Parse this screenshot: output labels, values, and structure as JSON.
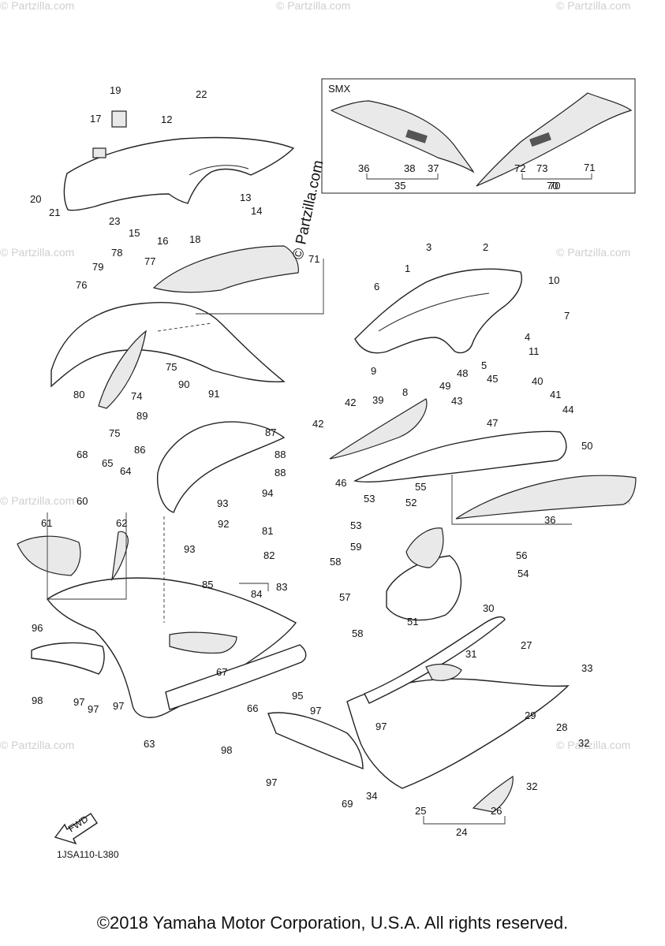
{
  "diagram": {
    "inset_label": "SMX",
    "drawing_code": "1JSA110-L380",
    "fwd_label": "FWD",
    "copyright": "©2018 Yamaha Motor Corporation, U.S.A. All rights reserved.",
    "watermark_main": "© Partzilla.com",
    "watermark_repeat": "© Partzilla.com",
    "callouts": [
      "1",
      "2",
      "3",
      "4",
      "5",
      "6",
      "7",
      "8",
      "9",
      "10",
      "11",
      "12",
      "13",
      "14",
      "15",
      "16",
      "17",
      "18",
      "19",
      "20",
      "21",
      "22",
      "23",
      "24",
      "25",
      "26",
      "27",
      "28",
      "29",
      "30",
      "31",
      "32",
      "33",
      "34",
      "35",
      "36",
      "37",
      "38",
      "39",
      "40",
      "41",
      "42",
      "43",
      "44",
      "45",
      "46",
      "47",
      "48",
      "49",
      "50",
      "51",
      "52",
      "53",
      "54",
      "55",
      "56",
      "57",
      "58",
      "59",
      "60",
      "61",
      "62",
      "63",
      "64",
      "65",
      "66",
      "67",
      "68",
      "69",
      "70",
      "71",
      "72",
      "73",
      "74",
      "75",
      "76",
      "77",
      "78",
      "79",
      "80",
      "81",
      "82",
      "83",
      "84",
      "85",
      "86",
      "87",
      "88",
      "89",
      "90",
      "91",
      "92",
      "93",
      "94",
      "95",
      "96",
      "97",
      "98"
    ]
  }
}
